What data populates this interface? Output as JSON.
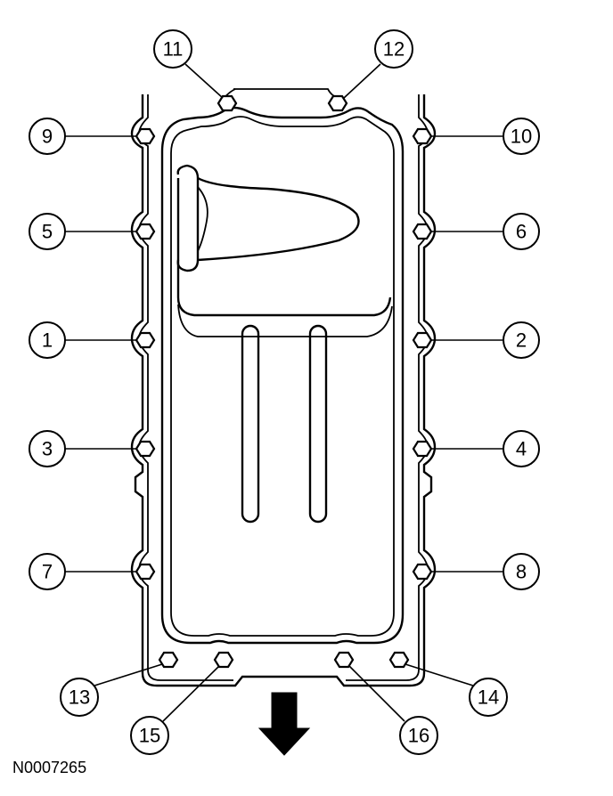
{
  "figure_id": "N0007265",
  "callouts": [
    "1",
    "2",
    "3",
    "4",
    "5",
    "6",
    "7",
    "8",
    "9",
    "10",
    "11",
    "12",
    "13",
    "14",
    "15",
    "16"
  ],
  "colors": {
    "ink": "#000000",
    "paper": "#ffffff"
  },
  "direction_arrow": "arrow-down-icon"
}
